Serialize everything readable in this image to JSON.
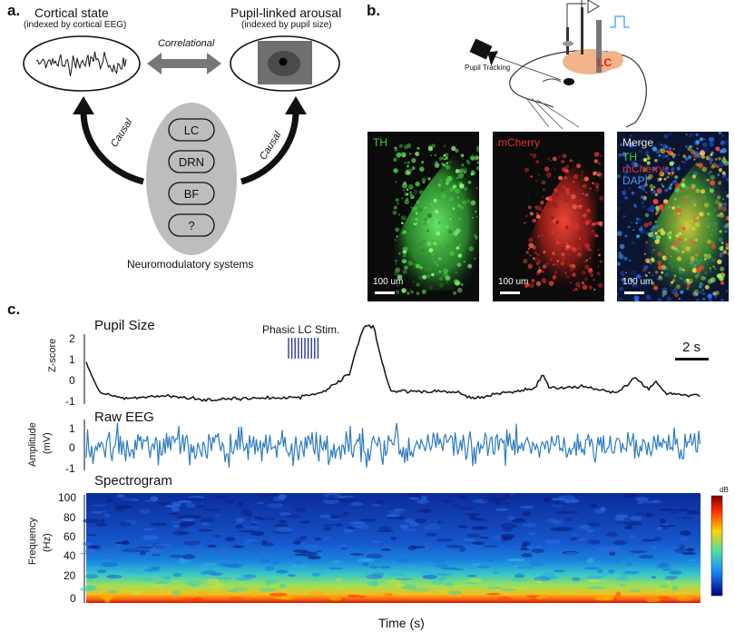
{
  "panel_a": {
    "label": "a.",
    "cortical_title": "Cortical state",
    "cortical_sub": "(indexed by cortical EEG)",
    "pupil_title": "Pupil-linked arousal",
    "pupil_sub": "(indexed by pupil size)",
    "correlational": "Correlational",
    "causal_left": "Causal",
    "causal_right": "Causal",
    "systems": [
      "LC",
      "DRN",
      "BF",
      "?"
    ],
    "footer": "Neuromodulatory systems"
  },
  "panel_b": {
    "label": "b.",
    "pupil_tracking": "Pupil Tracking",
    "lc": "LC",
    "images": [
      {
        "title": "TH",
        "title_color": "#3fd23f",
        "scale": "100 um"
      },
      {
        "title": "mCherry",
        "title_color": "#e53030",
        "scale": "100 um"
      },
      {
        "title": "Merge",
        "title_color": "#e8e8e8",
        "scale": "100 um",
        "legend": [
          {
            "text": "TH",
            "color": "#3fd23f"
          },
          {
            "text": "mCherry",
            "color": "#e53030"
          },
          {
            "text": "DAPI",
            "color": "#3aa0ff"
          }
        ]
      }
    ]
  },
  "panel_c": {
    "label": "c.",
    "pupil_title": "Pupil Size",
    "stim_label": "Phasic LC Stim.",
    "scale_label": "2 s",
    "pupil_ylabel": "Z-score",
    "pupil_ticks": [
      "2",
      "1",
      "0",
      "-1"
    ],
    "eeg_title": "Raw EEG",
    "eeg_ylabel_1": "Amplitude",
    "eeg_ylabel_2": "(mV)",
    "eeg_ticks": [
      "1",
      "0",
      "-1"
    ],
    "spec_title": "Spectrogram",
    "spec_ylabel_1": "Frequency",
    "spec_ylabel_2": "(Hz)",
    "spec_ticks": [
      "100",
      "80",
      "60",
      "40",
      "20",
      "0"
    ],
    "colorbar_label": "dB",
    "xlabel": "Time (s)"
  }
}
